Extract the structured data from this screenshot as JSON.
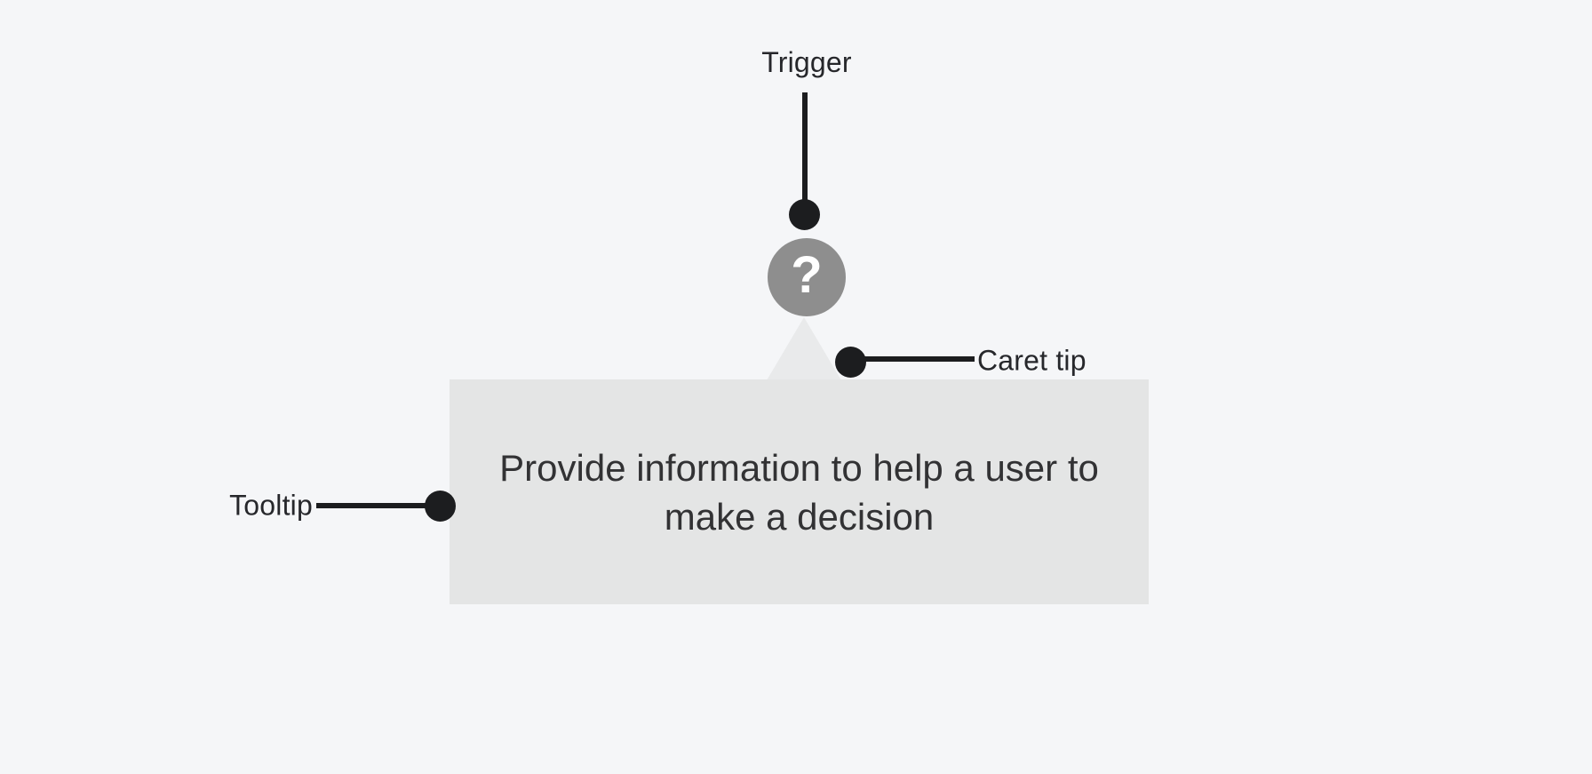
{
  "colors": {
    "background": "#f5f6f8",
    "tooltip_bubble": "#e4e5e5",
    "caret": "#e9eaeb",
    "trigger_icon_background": "#8e8e8e",
    "trigger_icon_glyph": "#ffffff",
    "annotation_ink": "#1c1d1f",
    "tooltip_text": "#323234"
  },
  "trigger": {
    "annotation_label": "Trigger",
    "icon": "question-mark-icon",
    "glyph": "?"
  },
  "caret": {
    "annotation_label": "Caret tip"
  },
  "tooltip": {
    "annotation_label": "Tooltip",
    "text_lines": [
      "Provide information to help a user to",
      "make a decision"
    ]
  }
}
